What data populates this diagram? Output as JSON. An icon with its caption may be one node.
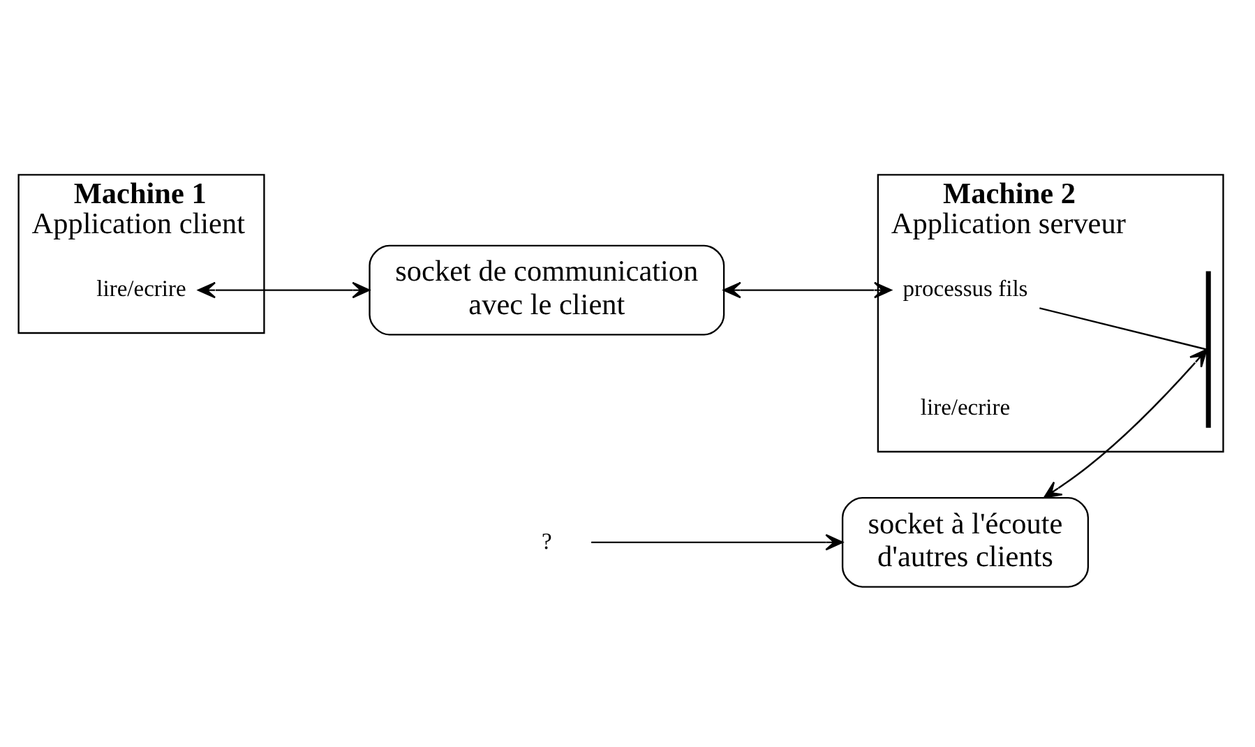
{
  "diagram": {
    "nodes": [
      {
        "text": [
          "Machine 1",
          "Application client"
        ]
      },
      {
        "text": [
          "lire/ecrire"
        ],
        "in": 0
      },
      {
        "text": [
          "socket de communication avec le client"
        ]
      },
      {
        "text": [
          "Machine 2",
          "Application serveur"
        ]
      },
      {
        "text": [
          "processus fils"
        ],
        "in": 3
      },
      {
        "text": [],
        "shape": "bar",
        "in": 3
      },
      {
        "text": [
          "socket à l'écoute d'autres clients"
        ]
      },
      {
        "text": [
          "?"
        ]
      }
    ],
    "edges": [
      {
        "from": 1,
        "to": 2,
        "arrow": "both"
      },
      {
        "from": 2,
        "to": 4,
        "arrow": "both"
      },
      {
        "from": 4,
        "to": 5,
        "arrow": "none"
      },
      {
        "from": 6,
        "to": 5,
        "arrow": "both"
      },
      {
        "from": 7,
        "to": 6,
        "arrow": "to"
      }
    ],
    "labels": [
      "lire/ecrire"
    ]
  }
}
